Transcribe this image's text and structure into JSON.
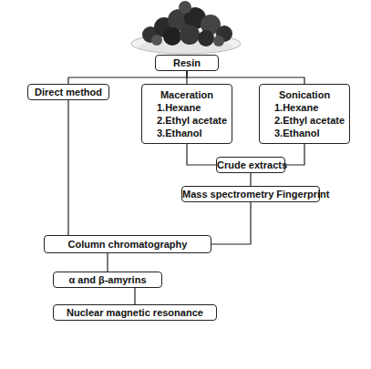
{
  "diagram": {
    "nodes": [
      {
        "text": [
          "Resin"
        ]
      },
      {
        "text": [
          "Direct method"
        ]
      },
      {
        "text": [
          "Maceration",
          "1.Hexane",
          "2.Ethyl acetate",
          "3.Ethanol"
        ]
      },
      {
        "text": [
          "Sonication",
          "1.Hexane",
          "2.Ethyl acetate",
          "3.Ethanol"
        ]
      },
      {
        "text": [
          "Crude extracts"
        ]
      },
      {
        "text": [
          "Mass spectrometry Fingerprint"
        ]
      },
      {
        "text": [
          "Column chromatography"
        ]
      },
      {
        "text": [
          "α and β-amyrins"
        ]
      },
      {
        "text": [
          "Nuclear magnetic resonance"
        ]
      }
    ],
    "edges": [
      {
        "from": 0,
        "to": 1,
        "arrow": "none"
      },
      {
        "from": 0,
        "to": 2,
        "arrow": "none"
      },
      {
        "from": 0,
        "to": 3,
        "arrow": "none"
      },
      {
        "from": 2,
        "to": 4,
        "arrow": "none"
      },
      {
        "from": 3,
        "to": 4,
        "arrow": "none"
      },
      {
        "from": 4,
        "to": 5,
        "arrow": "none"
      },
      {
        "from": 1,
        "to": 6,
        "arrow": "none"
      },
      {
        "from": 5,
        "to": 6,
        "arrow": "none"
      },
      {
        "from": 6,
        "to": 7,
        "arrow": "none"
      },
      {
        "from": 7,
        "to": 8,
        "arrow": "none"
      }
    ]
  }
}
